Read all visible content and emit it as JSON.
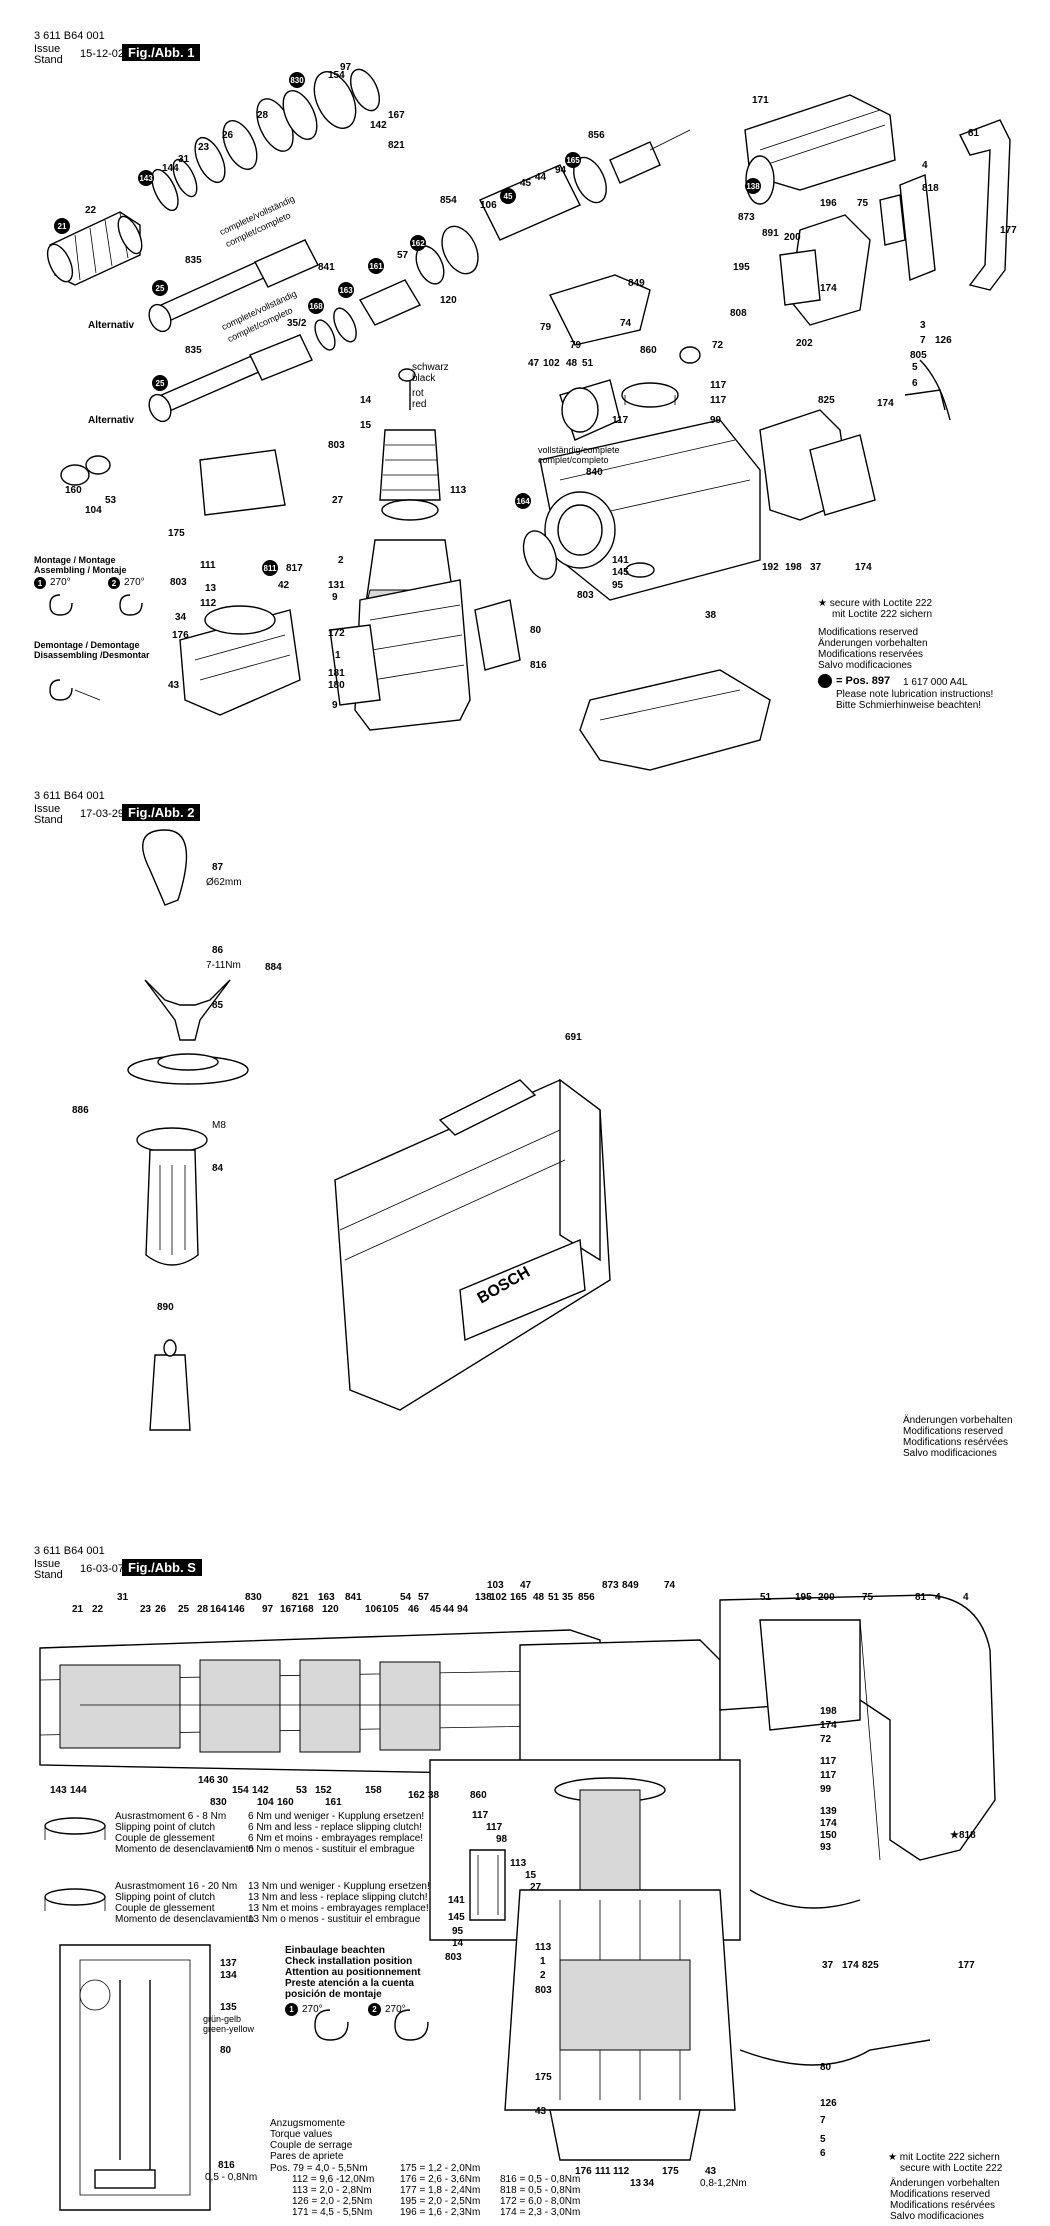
{
  "sections": {
    "fig1": {
      "doc_number": "3 611 B64 001",
      "issue_label": "Issue",
      "stand_label": "Stand",
      "date": "15-12-02",
      "fig_label": "Fig./Abb. 1"
    },
    "fig2": {
      "doc_number": "3 611 B64 001",
      "issue_label": "Issue",
      "stand_label": "Stand",
      "date": "17-03-29",
      "fig_label": "Fig./Abb. 2"
    },
    "figS": {
      "doc_number": "3 611 B64 001",
      "issue_label": "Issue",
      "stand_label": "Stand",
      "date": "16-03-07",
      "fig_label": "Fig./Abb. S"
    }
  },
  "fig1": {
    "alternativ_1": "Alternativ",
    "alternativ_2": "Alternativ",
    "complete_1": "complete/vollständig",
    "complete_1b": "complet/completo",
    "complete_2": "complete/vollständig",
    "complete_2b": "complet/completo",
    "vollstandig": "vollständig/complete",
    "vollstandig_b": "complet/completo",
    "schwarz": "schwarz",
    "black": "black",
    "rot": "rot",
    "red": "red",
    "montage": [
      "Montage / Montage",
      "Assembling / Montaje"
    ],
    "demontage": [
      "Demontage / Demontage",
      "Disassembling /Desmontar"
    ],
    "angle1": "270°",
    "angle2": "270°",
    "note_star": [
      "secure with Loctite 222",
      "mit Loctite 222 sichern"
    ],
    "mods": [
      "Modifications reserved",
      "Änderungen vorbehalten",
      "Modifications reservées",
      "Salvo modificaciones"
    ],
    "pos_label": "= Pos. 897",
    "pos_number": "1 617 000 A4L",
    "lube": [
      "Please note lubrication instructions!",
      "Bitte Schmierhinweise beachten!"
    ],
    "parts": {
      "p97": "97",
      "p154": "154",
      "p830": "830",
      "p167": "167",
      "p142": "142",
      "p821": "821",
      "p28": "28",
      "p26": "26",
      "p23": "23",
      "p31": "31",
      "p144": "144",
      "p143": "143",
      "p22": "22",
      "p21": "21",
      "p835a": "835",
      "p835b": "835",
      "p25a": "25",
      "p25b": "25",
      "p35_2": "35/2",
      "p841": "841",
      "p168": "168",
      "p163": "163",
      "p161": "161",
      "p57": "57",
      "p162": "162",
      "p854": "854",
      "p106": "106",
      "p45": "45",
      "p44": "44",
      "p94": "94",
      "p165": "165",
      "p856": "856",
      "p120": "120",
      "p160": "160",
      "p104": "104",
      "p53": "53",
      "p14": "14",
      "p15": "15",
      "p803": "803",
      "p113": "113",
      "p27": "27",
      "p2": "2",
      "p131": "131",
      "p9a": "9",
      "p172": "172",
      "p1": "1",
      "p181": "181",
      "p180": "180",
      "p9b": "9",
      "p80": "80",
      "p816": "816",
      "p175": "175",
      "p111": "111",
      "p803b": "803",
      "p13": "13",
      "p112": "112",
      "p811": "811",
      "p817": "817",
      "p42": "42",
      "p34": "34",
      "p176": "176",
      "p43": "43",
      "p849": "849",
      "p79a": "79",
      "p74": "74",
      "p79b": "79",
      "p860": "860",
      "p72": "72",
      "p47": "47",
      "p102": "102",
      "p48": "48",
      "p51": "51",
      "p117a": "117",
      "p117b": "117",
      "p117c": "117",
      "p99": "99",
      "p840": "840",
      "p164": "164",
      "p141": "141",
      "p145": "145",
      "p95": "95",
      "p803c": "803",
      "p38": "38",
      "p171": "171",
      "p138": "138",
      "p873": "873",
      "p196": "196",
      "p891": "891",
      "p200": "200",
      "p75": "75",
      "p4": "4",
      "p818": "818",
      "p81": "81",
      "p177": "177",
      "p195": "195",
      "p808": "808",
      "p174a": "174",
      "p202": "202",
      "p3": "3",
      "p7": "7",
      "p126": "126",
      "p805": "805",
      "p5": "5",
      "p6": "6",
      "p825": "825",
      "p174b": "174",
      "p192": "192",
      "p198": "198",
      "p37": "37",
      "p174c": "174"
    }
  },
  "fig2": {
    "parts": {
      "p87": "87",
      "p62": "Ø62mm",
      "p86": "86",
      "p7_11": "7-11Nm",
      "p884": "884",
      "p85": "85",
      "p886": "886",
      "pM8": "M8",
      "p84": "84",
      "p890": "890",
      "p691": "691"
    },
    "brand": "BOSCH",
    "mods": [
      "Änderungen vorbehalten",
      "Modifications reserved",
      "Modifications resérvées",
      "Salvo modificaciones"
    ]
  },
  "figS": {
    "top_labels": [
      "21",
      "22",
      "31",
      "23",
      "26",
      "25",
      "28",
      "164",
      "146",
      "97",
      "830",
      "167",
      "821",
      "168",
      "163",
      "120",
      "841",
      "106",
      "105",
      "54",
      "46",
      "57",
      "45",
      "44",
      "94",
      "138",
      "103",
      "102",
      "165",
      "47",
      "48",
      "51",
      "35",
      "856",
      "873",
      "849",
      "74",
      "51",
      "195",
      "200",
      "75",
      "81",
      "4"
    ],
    "bottom_labels": [
      "143",
      "144",
      "146",
      "30",
      "154",
      "142",
      "104",
      "160",
      "53",
      "152",
      "161",
      "158",
      "162",
      "38",
      "860"
    ],
    "right_labels": [
      "198",
      "174",
      "72",
      "117",
      "117",
      "99",
      "139",
      "174",
      "150",
      "93",
      "818",
      "177",
      "37",
      "174",
      "825",
      "80",
      "126",
      "7",
      "5",
      "6"
    ],
    "mid_labels": [
      "117",
      "117",
      "98",
      "113",
      "15",
      "27",
      "141",
      "145",
      "95",
      "14",
      "803",
      "113",
      "1",
      "2",
      "803",
      "175",
      "43",
      "176",
      "111",
      "112",
      "13",
      "34",
      "175",
      "43"
    ],
    "torque_1": "0,8-1,2Nm",
    "torque_2": "0,5 - 0,8Nm",
    "gear1": [
      "Ausrastmoment 6 - 8 Nm",
      "Slipping point of clutch",
      "Couple de glessement",
      "Momento de desenclavamiento"
    ],
    "gear1b": [
      "6 Nm und weniger - Kupplung ersetzen!",
      "6 Nm and less - replace slipping clutch!",
      "6 Nm et moins - embrayages remplace!",
      "6 Nm o menos - sustituir el embrague"
    ],
    "gear2": [
      "Ausrastmoment 16 - 20 Nm",
      "Slipping point of clutch",
      "Couple de glessement",
      "Momento de desenclavamiento"
    ],
    "gear2b": [
      "13 Nm und weniger - Kupplung ersetzen!",
      "13 Nm and less - replace slipping clutch!",
      "13 Nm et moins - embrayages remplace!",
      "13 Nm o menos - sustituir el embrague"
    ],
    "install": [
      "Einbaulage beachten",
      "Check installation position",
      "Attention au positionnement",
      "Preste atención a la cuenta",
      "posición de montaje"
    ],
    "angle1": "270°",
    "angle2": "270°",
    "ground": [
      "grün-gelb",
      "green-yellow"
    ],
    "elec_labels": [
      "137",
      "134",
      "135",
      "80",
      "816"
    ],
    "torque_title": [
      "Anzugsmomente",
      "Torque values",
      "Couple de serrage",
      "Pares de apriete"
    ],
    "torque_col1": [
      "Pos.  79 = 4,0 - 5,5Nm",
      "112 = 9,6 -12,0Nm",
      "113 = 2,0 - 2,8Nm",
      "126 = 2,0 - 2,5Nm",
      "171 = 4,5 - 5,5Nm",
      "172 = 6,0 - 8,0Nm",
      "174 = 2,3 - 3,0Nm"
    ],
    "torque_col2": [
      "175 = 1,2 - 2,0Nm",
      "176 = 2,6 - 3,6Nm",
      "177 = 1,8 - 2,4Nm",
      "195 = 2,0 - 2,5Nm",
      "196 = 1,6 - 2,3Nm",
      "816 = 0,5 - 0,8Nm",
      "818 = 0,5 - 0,8Nm"
    ],
    "star_note": [
      "mit Loctite 222 sichern",
      "secure with Loctite 222"
    ],
    "mods": [
      "Änderungen vorbehalten",
      "Modifications reserved",
      "Modifications resérvées",
      "Salvo modificaciones"
    ]
  }
}
